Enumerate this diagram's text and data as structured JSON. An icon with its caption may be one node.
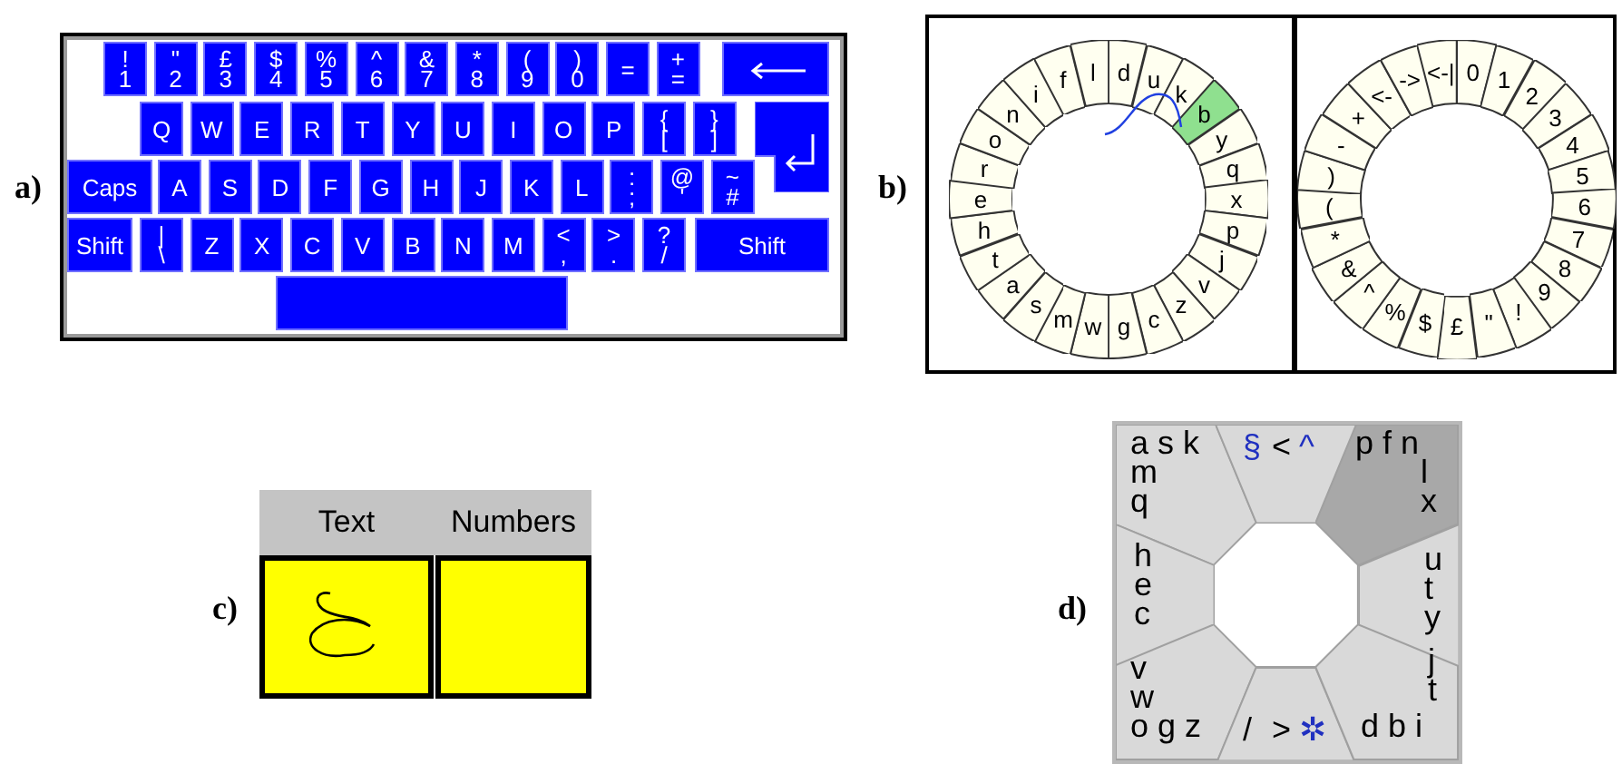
{
  "diagram": {
    "nodes": [
      {
        "text": [],
        "shape": "box"
      },
      {
        "text": [
          "!",
          "1"
        ],
        "in": 0
      },
      {
        "text": [
          "\"",
          "2"
        ],
        "in": 0
      },
      {
        "text": [
          "£",
          "3"
        ],
        "in": 0
      },
      {
        "text": [
          "$",
          "4"
        ],
        "in": 0
      },
      {
        "text": [
          "%",
          "5"
        ],
        "in": 0
      },
      {
        "text": [
          "^",
          "6"
        ],
        "in": 0
      },
      {
        "text": [
          "&",
          "7"
        ],
        "in": 0
      },
      {
        "text": [
          "*",
          "8"
        ],
        "in": 0
      },
      {
        "text": [
          "(",
          "9"
        ],
        "in": 0
      },
      {
        "text": [
          ")",
          "0"
        ],
        "in": 0
      },
      {
        "text": [
          "="
        ],
        "in": 0
      },
      {
        "text": [
          "+",
          "="
        ],
        "in": 0
      },
      {
        "text": [],
        "shape": "box",
        "in": 0
      },
      {
        "text": [
          "Q"
        ],
        "in": 0
      },
      {
        "text": [
          "W"
        ],
        "in": 0
      },
      {
        "text": [
          "E"
        ],
        "in": 0
      },
      {
        "text": [
          "R"
        ],
        "in": 0
      },
      {
        "text": [
          "T"
        ],
        "in": 0
      },
      {
        "text": [
          "Y"
        ],
        "in": 0
      },
      {
        "text": [
          "U"
        ],
        "in": 0
      },
      {
        "text": [
          "I"
        ],
        "in": 0
      },
      {
        "text": [
          "O"
        ],
        "in": 0
      },
      {
        "text": [
          "P"
        ],
        "in": 0
      },
      {
        "text": [
          "{",
          "["
        ],
        "in": 0
      },
      {
        "text": [
          "}",
          "]"
        ],
        "in": 0
      },
      {
        "text": [],
        "shape": "box",
        "in": 0
      },
      {
        "text": [
          "Caps"
        ],
        "in": 0
      },
      {
        "text": [
          "A"
        ],
        "in": 0
      },
      {
        "text": [
          "S"
        ],
        "in": 0
      },
      {
        "text": [
          "D"
        ],
        "in": 0
      },
      {
        "text": [
          "F"
        ],
        "in": 0
      },
      {
        "text": [
          "G"
        ],
        "in": 0
      },
      {
        "text": [
          "H"
        ],
        "in": 0
      },
      {
        "text": [
          "J"
        ],
        "in": 0
      },
      {
        "text": [
          "K"
        ],
        "in": 0
      },
      {
        "text": [
          "L"
        ],
        "in": 0
      },
      {
        "text": [
          ":",
          ";"
        ],
        "in": 0
      },
      {
        "text": [
          "@",
          "'"
        ],
        "in": 0
      },
      {
        "text": [
          "~",
          "#"
        ],
        "in": 0
      },
      {
        "text": [
          "Shift"
        ],
        "in": 0
      },
      {
        "text": [
          "|",
          "\\"
        ],
        "in": 0
      },
      {
        "text": [
          "Z"
        ],
        "in": 0
      },
      {
        "text": [
          "X"
        ],
        "in": 0
      },
      {
        "text": [
          "C"
        ],
        "in": 0
      },
      {
        "text": [
          "V"
        ],
        "in": 0
      },
      {
        "text": [
          "B"
        ],
        "in": 0
      },
      {
        "text": [
          "N"
        ],
        "in": 0
      },
      {
        "text": [
          "M"
        ],
        "in": 0
      },
      {
        "text": [
          "<",
          ","
        ],
        "in": 0
      },
      {
        "text": [
          ">",
          "."
        ],
        "in": 0
      },
      {
        "text": [
          "?",
          "/"
        ],
        "in": 0
      },
      {
        "text": [
          "Shift"
        ],
        "in": 0
      },
      {
        "text": [],
        "shape": "bar",
        "in": 0
      },
      {
        "text": [],
        "shape": "box"
      },
      {
        "text": [
          "d"
        ],
        "in": 54
      },
      {
        "text": [
          "u"
        ],
        "in": 54
      },
      {
        "text": [
          "k"
        ],
        "in": 54
      },
      {
        "text": [
          "b"
        ],
        "in": 54
      },
      {
        "text": [
          "y"
        ],
        "in": 54
      },
      {
        "text": [
          "q"
        ],
        "in": 54
      },
      {
        "text": [
          "x"
        ],
        "in": 54
      },
      {
        "text": [
          "p"
        ],
        "in": 54
      },
      {
        "text": [
          "j"
        ],
        "in": 54
      },
      {
        "text": [
          "v"
        ],
        "in": 54
      },
      {
        "text": [
          "z"
        ],
        "in": 54
      },
      {
        "text": [
          "c"
        ],
        "in": 54
      },
      {
        "text": [
          "g"
        ],
        "in": 54
      },
      {
        "text": [
          "w"
        ],
        "in": 54
      },
      {
        "text": [
          "m"
        ],
        "in": 54
      },
      {
        "text": [
          "s"
        ],
        "in": 54
      },
      {
        "text": [
          "a"
        ],
        "in": 54
      },
      {
        "text": [
          "t"
        ],
        "in": 54
      },
      {
        "text": [
          "h"
        ],
        "in": 54
      },
      {
        "text": [
          "e"
        ],
        "in": 54
      },
      {
        "text": [
          "r"
        ],
        "in": 54
      },
      {
        "text": [
          "o"
        ],
        "in": 54
      },
      {
        "text": [
          "n"
        ],
        "in": 54
      },
      {
        "text": [
          "i"
        ],
        "in": 54
      },
      {
        "text": [
          "f"
        ],
        "in": 54
      },
      {
        "text": [
          "l"
        ],
        "in": 54
      },
      {
        "text": [
          "0"
        ],
        "in": 54
      },
      {
        "text": [
          "1"
        ],
        "in": 54
      },
      {
        "text": [
          "2"
        ],
        "in": 54
      },
      {
        "text": [
          "3"
        ],
        "in": 54
      },
      {
        "text": [
          "4"
        ],
        "in": 54
      },
      {
        "text": [
          "5"
        ],
        "in": 54
      },
      {
        "text": [
          "6"
        ],
        "in": 54
      },
      {
        "text": [
          "7"
        ],
        "in": 54
      },
      {
        "text": [
          "8"
        ],
        "in": 54
      },
      {
        "text": [
          "9"
        ],
        "in": 54
      },
      {
        "text": [
          "!"
        ],
        "in": 54
      },
      {
        "text": [
          "\""
        ],
        "in": 54
      },
      {
        "text": [
          "£"
        ],
        "in": 54
      },
      {
        "text": [
          "$"
        ],
        "in": 54
      },
      {
        "text": [
          "%"
        ],
        "in": 54
      },
      {
        "text": [
          "^"
        ],
        "in": 54
      },
      {
        "text": [
          "&"
        ],
        "in": 54
      },
      {
        "text": [
          "*"
        ],
        "in": 54
      },
      {
        "text": [
          "("
        ],
        "in": 54
      },
      {
        "text": [
          ")"
        ],
        "in": 54
      },
      {
        "text": [
          "-"
        ],
        "in": 54
      },
      {
        "text": [
          "+"
        ],
        "in": 54
      },
      {
        "text": [
          "<-"
        ],
        "in": 54
      },
      {
        "text": [
          "->"
        ],
        "in": 54
      },
      {
        "text": [
          "<-|"
        ],
        "in": 54
      },
      {
        "text": [
          "Text"
        ]
      },
      {
        "text": [
          "Numbers"
        ]
      },
      {
        "text": [],
        "shape": "box"
      },
      {
        "text": [
          "a s k",
          "m",
          "q"
        ],
        "in": 108
      },
      {
        "text": [
          "§",
          "<",
          "^"
        ],
        "in": 108
      },
      {
        "text": [
          "p f n",
          "l",
          "x"
        ],
        "in": 108
      },
      {
        "text": [
          "h",
          "e",
          "c"
        ],
        "in": 108
      },
      {
        "text": [
          "u",
          "t",
          "y"
        ],
        "in": 108
      },
      {
        "text": [
          "v",
          "w",
          "o g z"
        ],
        "in": 108
      },
      {
        "text": [
          "/",
          ">",
          "✲"
        ],
        "in": 108
      },
      {
        "text": [
          "j",
          "t",
          "d b i"
        ],
        "in": 108
      },
      {
        "text": [],
        "shape": "octagon",
        "in": 108
      }
    ],
    "labels": [
      "a)",
      "b)",
      "c)",
      "d)"
    ]
  }
}
